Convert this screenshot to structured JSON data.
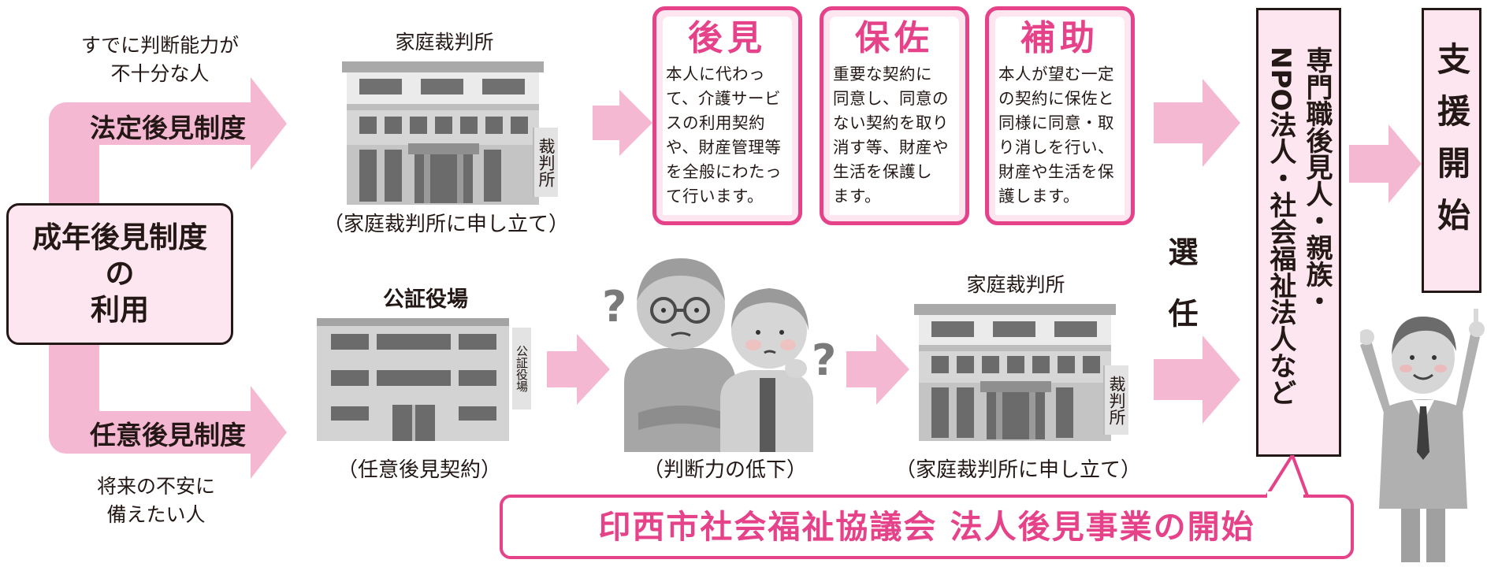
{
  "start": {
    "line1": "成年後見制度",
    "line2": "の",
    "line3": "利用"
  },
  "top_route": {
    "note_line1": "すでに判断能力が",
    "note_line2": "不十分な人",
    "system_label": "法定後見制度",
    "court_title": "家庭裁判所",
    "court_sign": "裁判所",
    "court_caption": "（家庭裁判所に申し立て）"
  },
  "bottom_route": {
    "system_label": "任意後見制度",
    "note_line1": "将来の不安に",
    "note_line2": "備えたい人",
    "notary_title": "公証役場",
    "notary_sign": "公証役場",
    "notary_caption": "（任意後見契約）",
    "elderly_caption": "（判断力の低下）",
    "court_title": "家庭裁判所",
    "court_sign": "裁判所",
    "court_caption": "（家庭裁判所に申し立て）"
  },
  "types": [
    {
      "title": "後見",
      "text": "本人に代わっ\nて、介護サービ\nスの利用契約\nや、財産管理等\nを全般にわたっ\nて行います。"
    },
    {
      "title": "保佐",
      "text": "重要な契約に\n同意し、同意の\nない契約を取り\n消す等、財産や\n生活を保護し\nます。"
    },
    {
      "title": "補助",
      "text": "本人が望む一定\nの契約に保佐と\n同様に同意・取\nり消しを行い、\n財産や生活を保\n護します。"
    }
  ],
  "selection_label": "選任",
  "guardian_line1": "専門職後見人・親族・",
  "guardian_line2": "NPO法人・社会福祉法人など",
  "support_start": "支援開始",
  "banner": "印西市社会福祉協議会 法人後見事業の開始",
  "colors": {
    "pink": "#e6428a",
    "light_pink": "#fde6ef",
    "arrow_pink": "#f5b8d3"
  }
}
